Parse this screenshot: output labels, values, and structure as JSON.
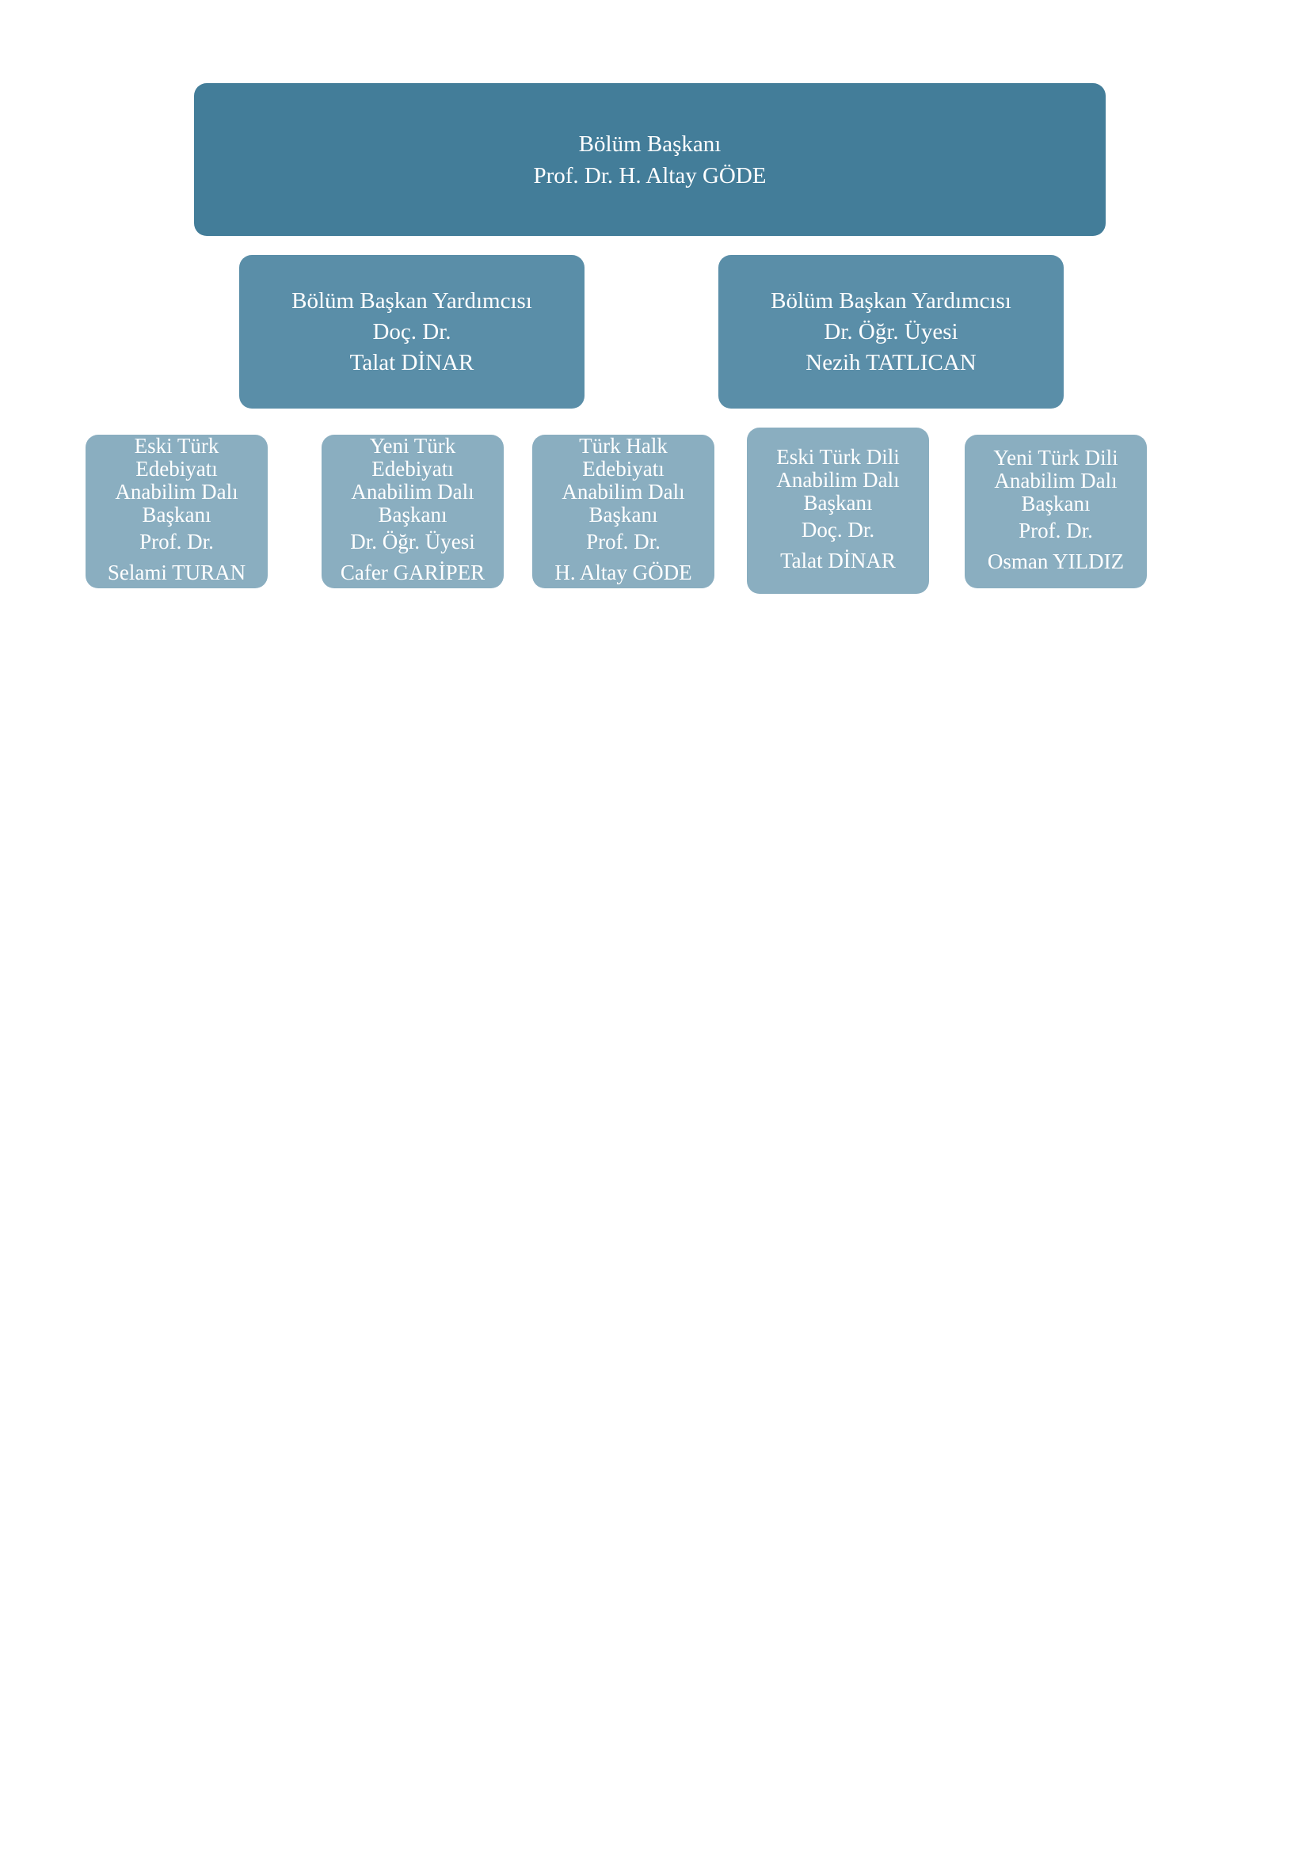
{
  "head": {
    "title": "Bölüm Başkanı",
    "name": "Prof. Dr. H. Altay GÖDE"
  },
  "deputies": [
    {
      "title": "Bölüm Başkan Yardımcısı",
      "rank": "Doç. Dr.",
      "name": "Talat DİNAR"
    },
    {
      "title": "Bölüm Başkan Yardımcısı",
      "rank": "Dr. Öğr. Üyesi",
      "name": "Nezih TATLICAN"
    }
  ],
  "departments": [
    {
      "title": [
        "Eski Türk",
        "Edebiyatı",
        "Anabilim Dalı",
        "Başkanı"
      ],
      "rank": "Prof. Dr.",
      "name": "Selami TURAN"
    },
    {
      "title": [
        "Yeni Türk",
        "Edebiyatı",
        "Anabilim Dalı",
        "Başkanı"
      ],
      "rank": "Dr. Öğr. Üyesi",
      "name": "Cafer GARİPER"
    },
    {
      "title": [
        "Türk Halk",
        "Edebiyatı",
        "Anabilim Dalı",
        "Başkanı"
      ],
      "rank": "Prof. Dr.",
      "name": "H. Altay GÖDE"
    },
    {
      "title": [
        "Eski Türk Dili",
        "Anabilim Dalı",
        "Başkanı"
      ],
      "rank": "Doç. Dr.",
      "name": "Talat DİNAR"
    },
    {
      "title": [
        "Yeni Türk Dili",
        "Anabilim Dalı",
        "Başkanı"
      ],
      "rank": "Prof. Dr.",
      "name": "Osman YILDIZ"
    }
  ],
  "colors": {
    "head": "#437d99",
    "deputy": "#5a8ea8",
    "department": "#8aaec0"
  }
}
